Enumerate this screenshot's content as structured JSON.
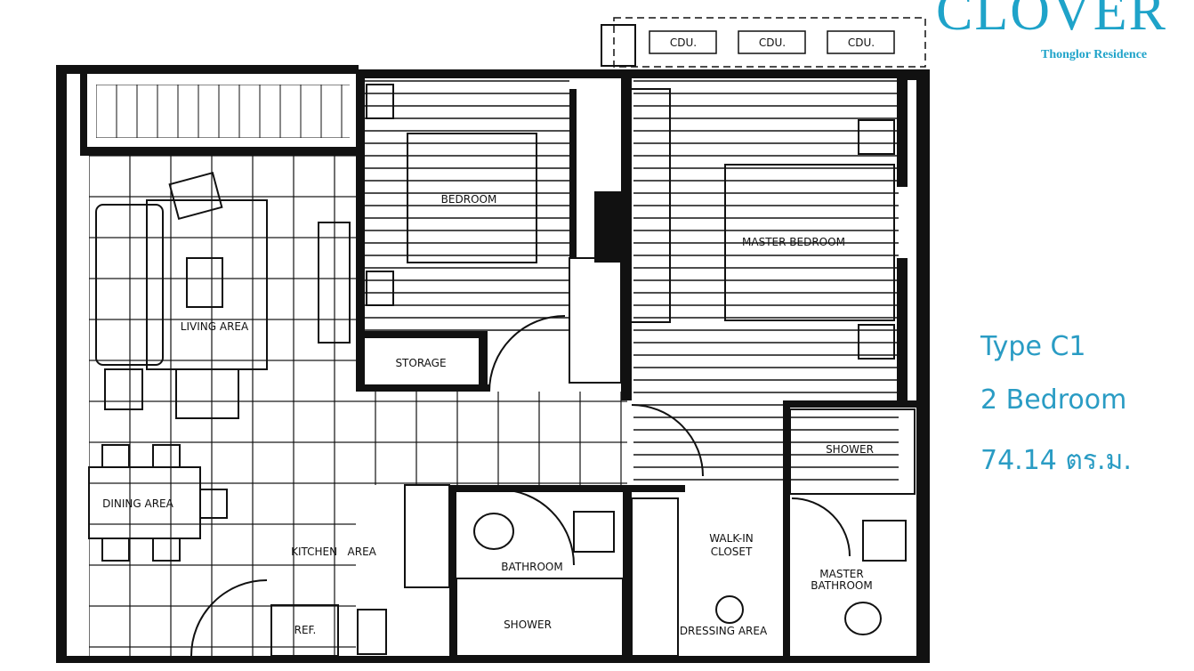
{
  "brand": {
    "name": "CLOVER",
    "subtitle": "Thonglor Residence",
    "color": "#1fa3c9"
  },
  "unit_info": {
    "type": "Type C1",
    "bedrooms": "2 Bedroom",
    "area": "74.14 ตร.ม.",
    "color": "#2a9cc4"
  },
  "cdu_labels": [
    "CDU.",
    "CDU.",
    "CDU."
  ],
  "rooms": {
    "bedroom": "BEDROOM",
    "master_bedroom": "MASTER BEDROOM",
    "living_area": "LIVING AREA",
    "storage": "STORAGE",
    "dining_area": "DINING AREA",
    "kitchen_area": "KITCHEN   AREA",
    "ref": "REF.",
    "bathroom": "BATHROOM",
    "shower": "SHOWER",
    "walk_in_closet_1": "WALK-IN",
    "walk_in_closet_2": "CLOSET",
    "dressing_area": "DRESSING AREA",
    "master_shower": "SHOWER",
    "master_bathroom_1": "MASTER",
    "master_bathroom_2": "BATHROOM"
  }
}
